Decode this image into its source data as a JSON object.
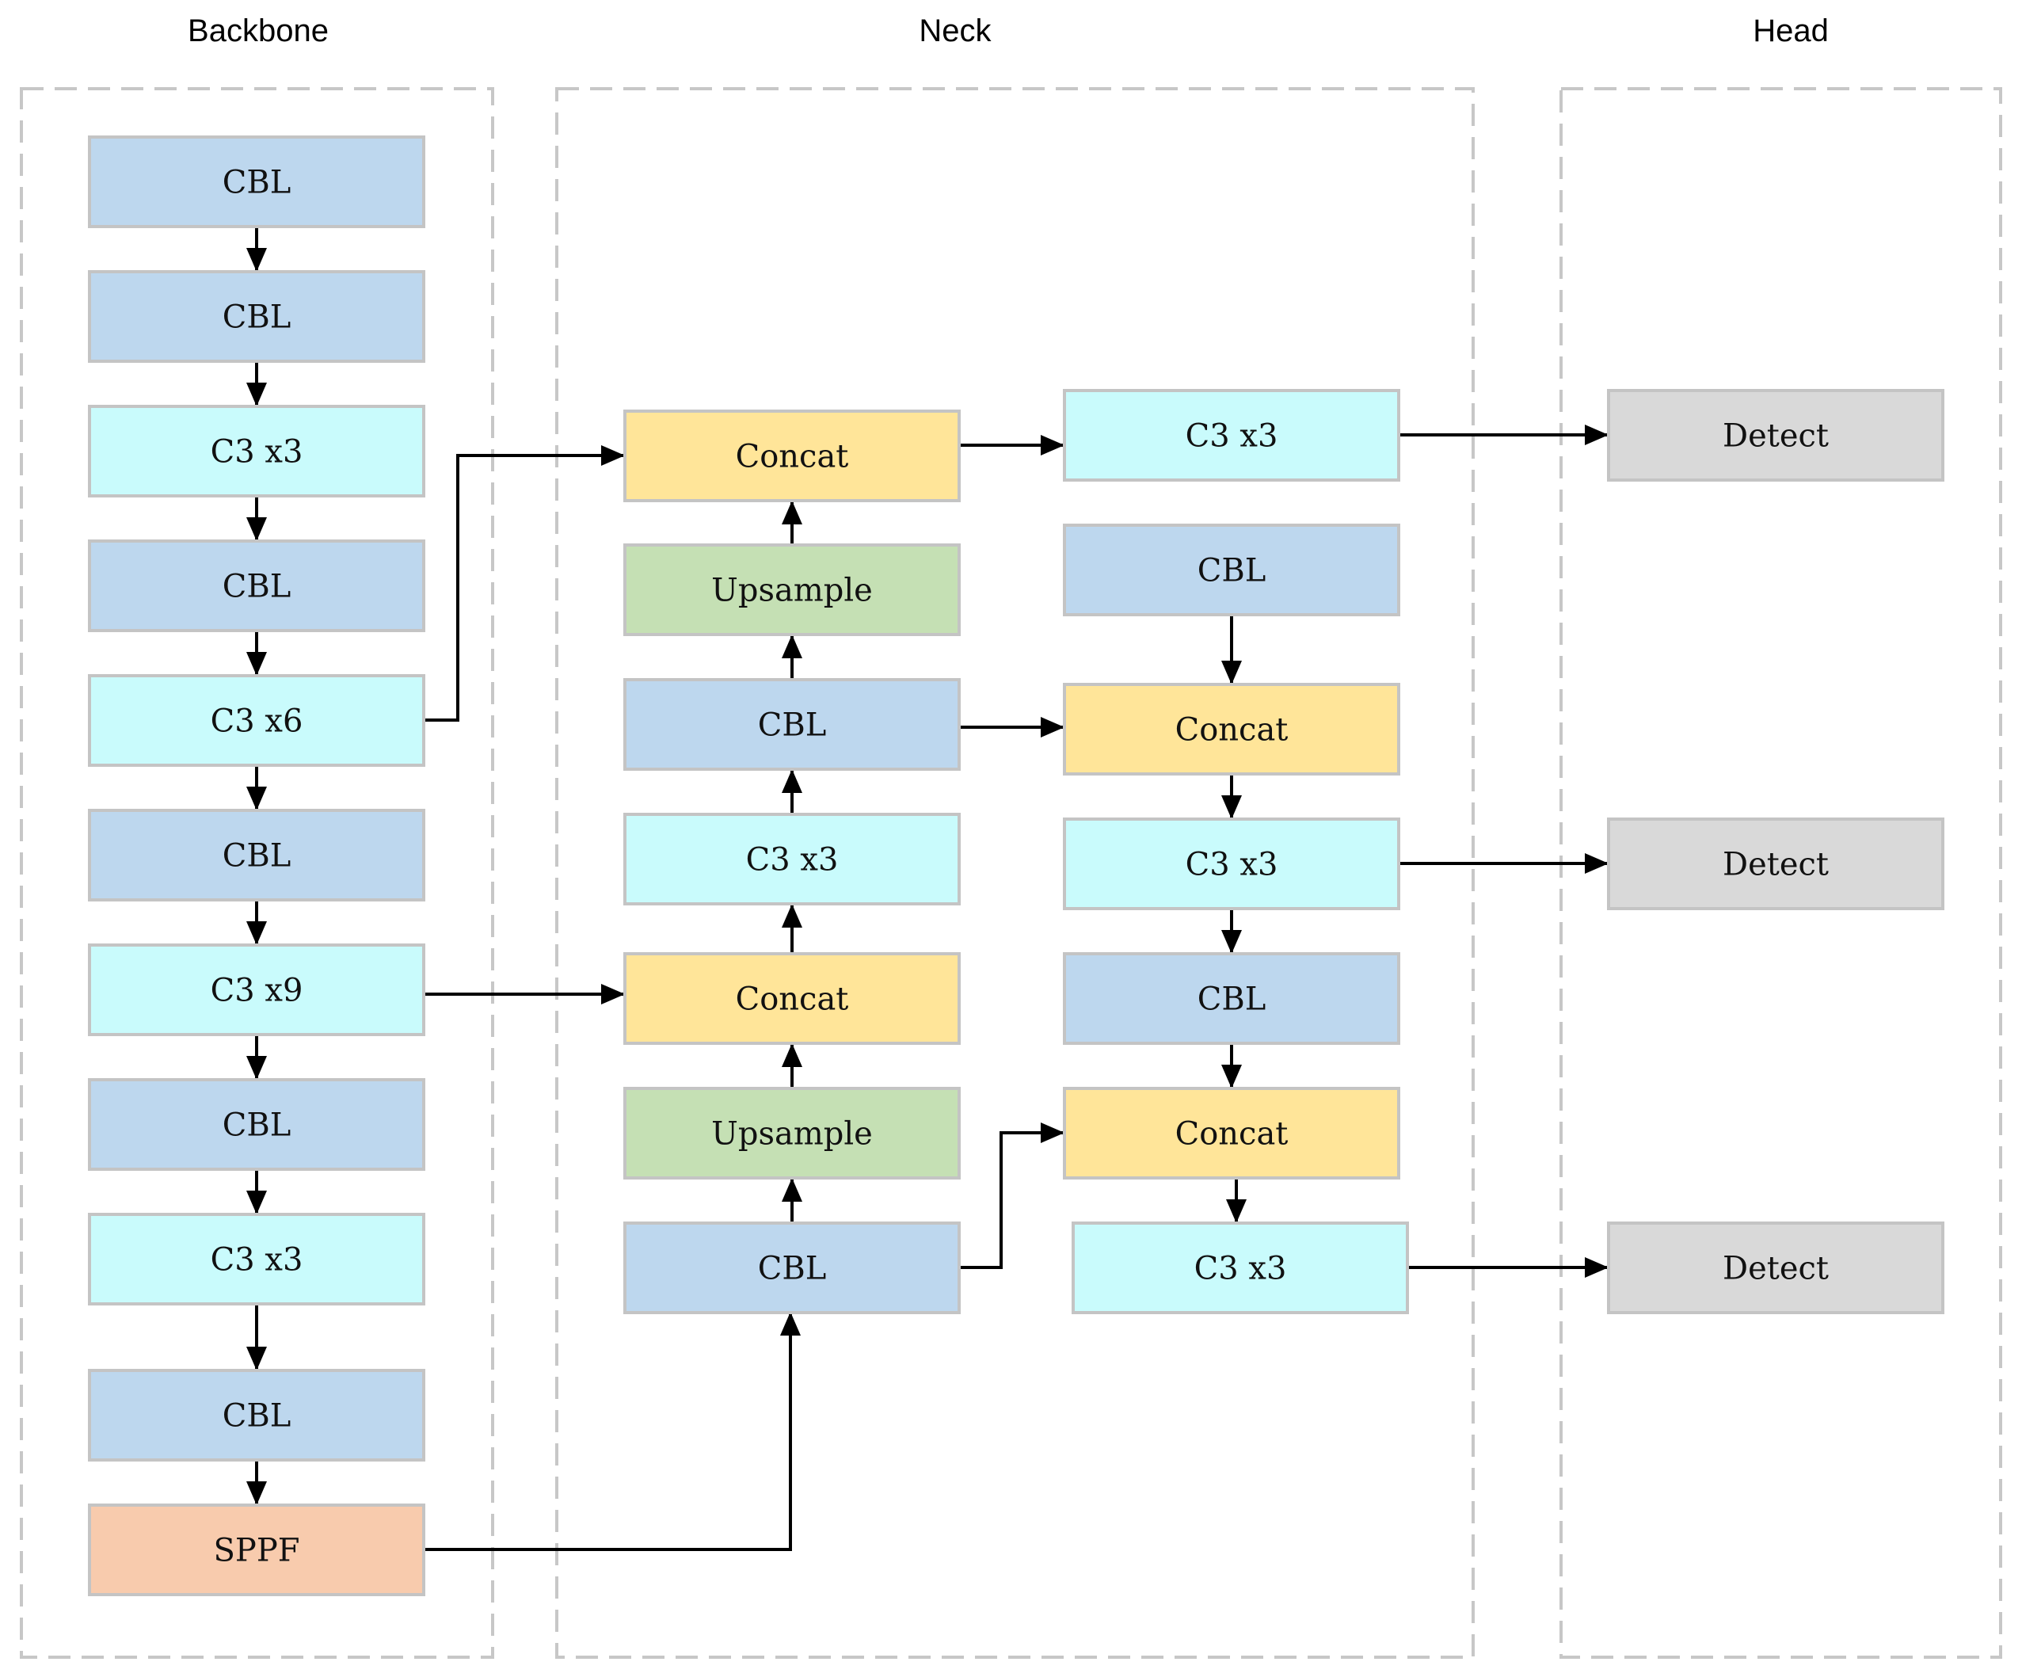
{
  "sections": [
    {
      "id": "backbone",
      "title": "Backbone"
    },
    {
      "id": "neck",
      "title": "Neck"
    },
    {
      "id": "head",
      "title": "Head"
    }
  ],
  "block_colors": {
    "cbl": "#bdd7ee",
    "c3": "#c9fbfc",
    "concat": "#ffe599",
    "upsample": "#c5e0b4",
    "sppf": "#f8cbad",
    "detect": "#d9d9d9"
  },
  "blocks": [
    {
      "id": "b1",
      "section": "backbone",
      "type": "cbl",
      "label": "CBL"
    },
    {
      "id": "b2",
      "section": "backbone",
      "type": "cbl",
      "label": "CBL"
    },
    {
      "id": "b3",
      "section": "backbone",
      "type": "c3",
      "label": "C3  x3"
    },
    {
      "id": "b4",
      "section": "backbone",
      "type": "cbl",
      "label": "CBL"
    },
    {
      "id": "b5",
      "section": "backbone",
      "type": "c3",
      "label": "C3  x6"
    },
    {
      "id": "b6",
      "section": "backbone",
      "type": "cbl",
      "label": "CBL"
    },
    {
      "id": "b7",
      "section": "backbone",
      "type": "c3",
      "label": "C3  x9"
    },
    {
      "id": "b8",
      "section": "backbone",
      "type": "cbl",
      "label": "CBL"
    },
    {
      "id": "b9",
      "section": "backbone",
      "type": "c3",
      "label": "C3  x3"
    },
    {
      "id": "b10",
      "section": "backbone",
      "type": "cbl",
      "label": "CBL"
    },
    {
      "id": "b11",
      "section": "backbone",
      "type": "sppf",
      "label": "SPPF"
    },
    {
      "id": "n1",
      "section": "neck",
      "type": "concat",
      "label": "Concat"
    },
    {
      "id": "n2",
      "section": "neck",
      "type": "upsample",
      "label": "Upsample"
    },
    {
      "id": "n3",
      "section": "neck",
      "type": "cbl",
      "label": "CBL"
    },
    {
      "id": "n4",
      "section": "neck",
      "type": "c3",
      "label": "C3  x3"
    },
    {
      "id": "n5",
      "section": "neck",
      "type": "concat",
      "label": "Concat"
    },
    {
      "id": "n6",
      "section": "neck",
      "type": "upsample",
      "label": "Upsample"
    },
    {
      "id": "n7",
      "section": "neck",
      "type": "cbl",
      "label": "CBL"
    },
    {
      "id": "m1",
      "section": "neck",
      "type": "c3",
      "label": "C3  x3"
    },
    {
      "id": "m2",
      "section": "neck",
      "type": "cbl",
      "label": "CBL"
    },
    {
      "id": "m3",
      "section": "neck",
      "type": "concat",
      "label": "Concat"
    },
    {
      "id": "m4",
      "section": "neck",
      "type": "c3",
      "label": "C3  x3"
    },
    {
      "id": "m5",
      "section": "neck",
      "type": "cbl",
      "label": "CBL"
    },
    {
      "id": "m6",
      "section": "neck",
      "type": "concat",
      "label": "Concat"
    },
    {
      "id": "m7",
      "section": "neck",
      "type": "c3",
      "label": "C3  x3"
    },
    {
      "id": "h1",
      "section": "head",
      "type": "detect",
      "label": "Detect"
    },
    {
      "id": "h2",
      "section": "head",
      "type": "detect",
      "label": "Detect"
    },
    {
      "id": "h3",
      "section": "head",
      "type": "detect",
      "label": "Detect"
    }
  ],
  "edges": [
    {
      "from": "b1",
      "to": "b2"
    },
    {
      "from": "b2",
      "to": "b3"
    },
    {
      "from": "b3",
      "to": "b4"
    },
    {
      "from": "b4",
      "to": "b5"
    },
    {
      "from": "b5",
      "to": "b6"
    },
    {
      "from": "b6",
      "to": "b7"
    },
    {
      "from": "b7",
      "to": "b8"
    },
    {
      "from": "b8",
      "to": "b9"
    },
    {
      "from": "b9",
      "to": "b10"
    },
    {
      "from": "b10",
      "to": "b11"
    },
    {
      "from": "b11",
      "to": "n7"
    },
    {
      "from": "n7",
      "to": "n6"
    },
    {
      "from": "n6",
      "to": "n5"
    },
    {
      "from": "b7",
      "to": "n5"
    },
    {
      "from": "n5",
      "to": "n4"
    },
    {
      "from": "n4",
      "to": "n3"
    },
    {
      "from": "n3",
      "to": "n2"
    },
    {
      "from": "n2",
      "to": "n1"
    },
    {
      "from": "b5",
      "to": "n1"
    },
    {
      "from": "n1",
      "to": "m1"
    },
    {
      "from": "m1",
      "to": "h1"
    },
    {
      "from": "m2",
      "to": "m3"
    },
    {
      "from": "n3",
      "to": "m3"
    },
    {
      "from": "m3",
      "to": "m4"
    },
    {
      "from": "m4",
      "to": "h2"
    },
    {
      "from": "m4",
      "to": "m5"
    },
    {
      "from": "m5",
      "to": "m6"
    },
    {
      "from": "n7",
      "to": "m6"
    },
    {
      "from": "m6",
      "to": "m7"
    },
    {
      "from": "m7",
      "to": "h3"
    }
  ]
}
